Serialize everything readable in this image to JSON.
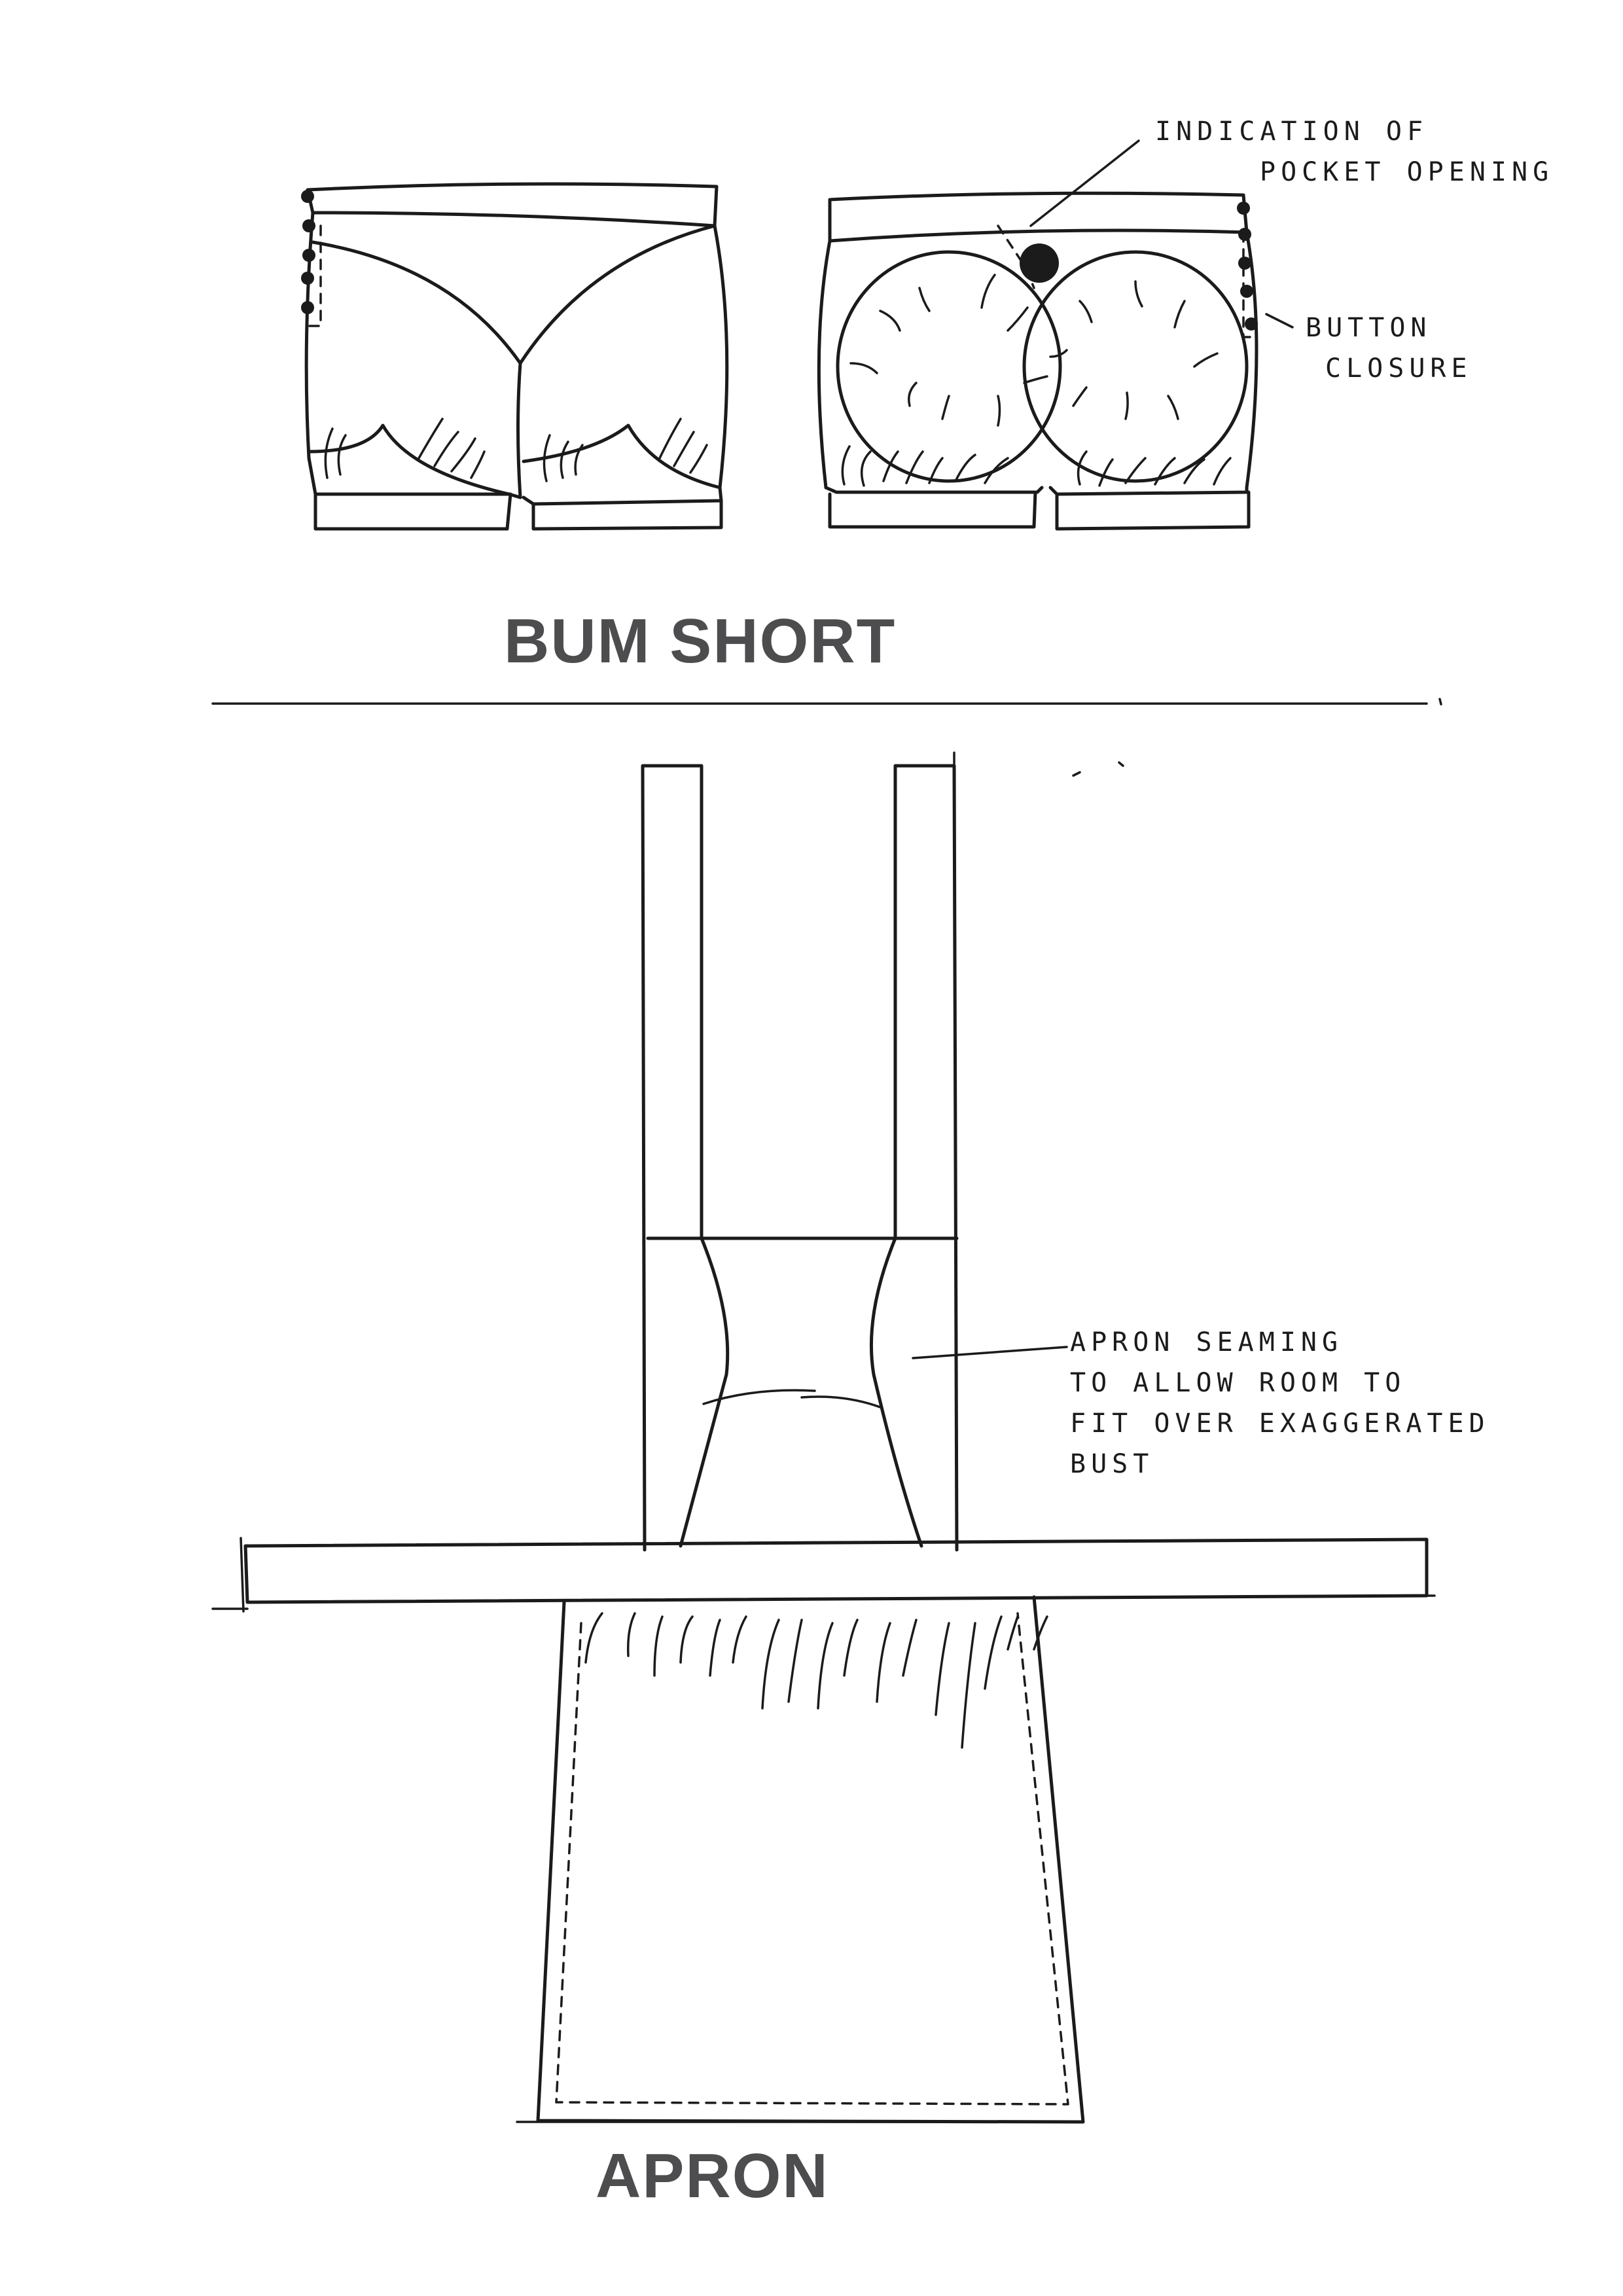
{
  "bum_short": {
    "title": "BUM SHORT",
    "annotations": {
      "pocket": [
        "INDICATION OF",
        "POCKET OPENING"
      ],
      "button": [
        "BUTTON",
        "CLOSURE"
      ]
    }
  },
  "apron": {
    "title": "APRON",
    "annotation": [
      "APRON SEAMING",
      "TO ALLOW ROOM TO",
      "FIT OVER EXAGGERATED",
      "BUST"
    ]
  }
}
